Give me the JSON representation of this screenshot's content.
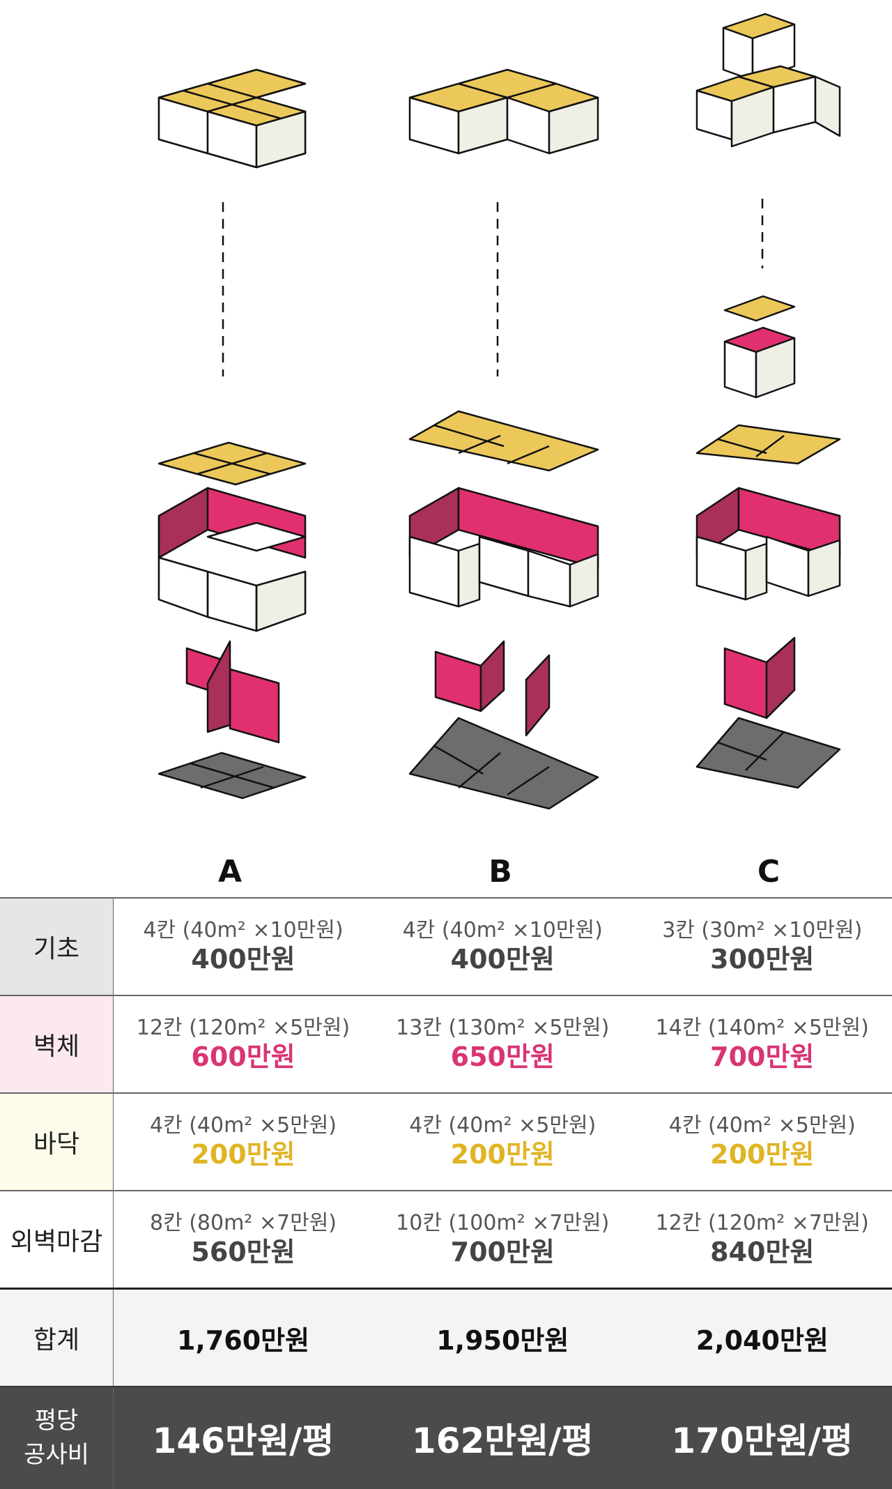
{
  "colors": {
    "roof": "#ecc85a",
    "wall_inner": "#e0306f",
    "wall_inner_dark": "#a8305a",
    "floor": "#6d6d6d",
    "wall_outer": "#ffffff",
    "wall_side": "#eef0e6",
    "total_bg": "#f4f4f4",
    "pyeong_bg": "#4b4b4b"
  },
  "columns": [
    {
      "label": "A"
    },
    {
      "label": "B"
    },
    {
      "label": "C"
    }
  ],
  "rows": {
    "foundation": {
      "label": "기초",
      "cells": [
        {
          "detail": "4칸 (40m² ×10만원)",
          "amount": "400만원"
        },
        {
          "detail": "4칸 (40m² ×10만원)",
          "amount": "400만원"
        },
        {
          "detail": "3칸 (30m² ×10만원)",
          "amount": "300만원"
        }
      ]
    },
    "wall": {
      "label": "벽체",
      "cells": [
        {
          "detail": "12칸 (120m² ×5만원)",
          "amount": "600만원"
        },
        {
          "detail": "13칸 (130m² ×5만원)",
          "amount": "650만원"
        },
        {
          "detail": "14칸 (140m² ×5만원)",
          "amount": "700만원"
        }
      ]
    },
    "floor": {
      "label": "바닥",
      "cells": [
        {
          "detail": "4칸 (40m² ×5만원)",
          "amount": "200만원"
        },
        {
          "detail": "4칸 (40m² ×5만원)",
          "amount": "200만원"
        },
        {
          "detail": "4칸 (40m² ×5만원)",
          "amount": "200만원"
        }
      ]
    },
    "exterior": {
      "label": "외벽마감",
      "cells": [
        {
          "detail": "8칸 (80m² ×7만원)",
          "amount": "560만원"
        },
        {
          "detail": "10칸 (100m² ×7만원)",
          "amount": "700만원"
        },
        {
          "detail": "12칸 (120m² ×7만원)",
          "amount": "840만원"
        }
      ]
    },
    "total": {
      "label": "합계",
      "cells": [
        "1,760만원",
        "1,950만원",
        "2,040만원"
      ]
    },
    "per_pyeong": {
      "label_line1": "평당",
      "label_line2": "공사비",
      "cells": [
        "146만원/평",
        "162만원/평",
        "170만원/평"
      ]
    }
  }
}
